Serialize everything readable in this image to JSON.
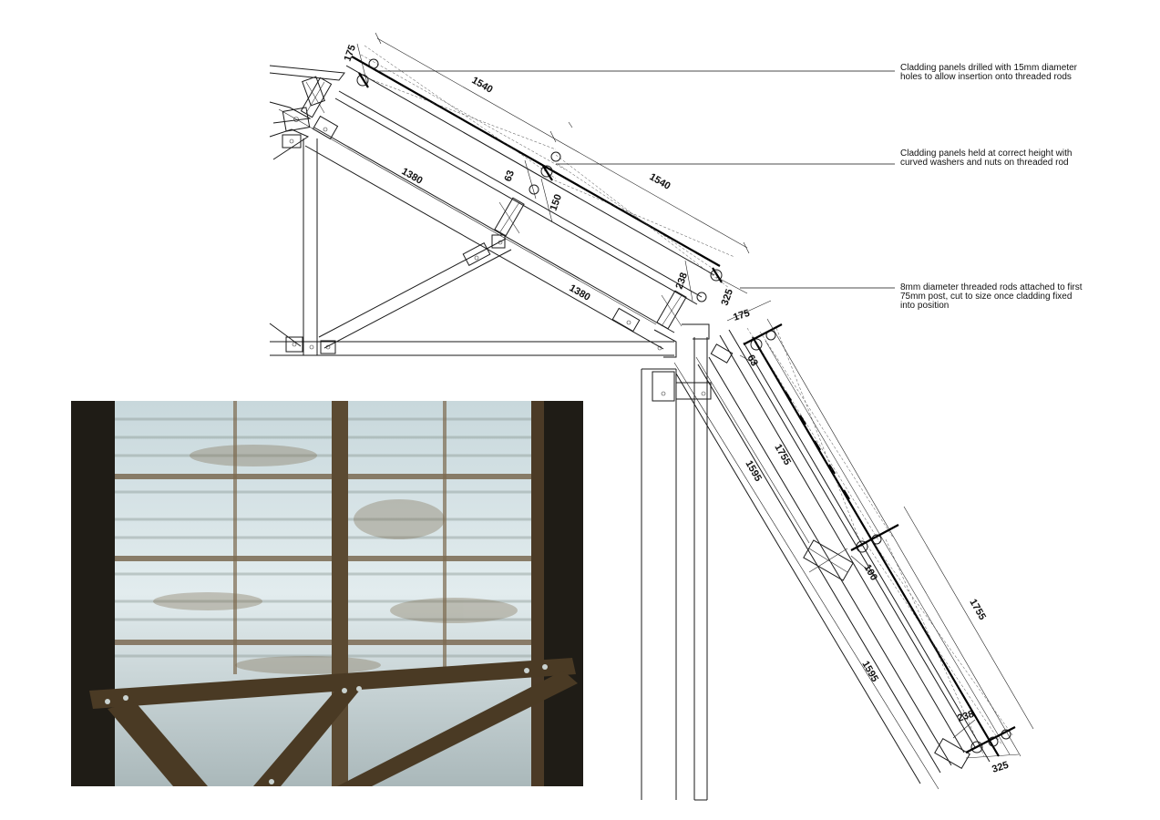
{
  "notes": [
    {
      "lines": [
        "Cladding panels drilled with 15mm diameter",
        "holes to allow insertion onto threaded rods"
      ]
    },
    {
      "lines": [
        "Cladding panels held at correct height with",
        "curved washers and nuts on threaded rod"
      ]
    },
    {
      "lines": [
        "8mm diameter threaded rods attached to first",
        "75mm post, cut to size once cladding fixed",
        "into position"
      ]
    }
  ],
  "dimensions": {
    "roof_top_offset": "175",
    "roof_panel_upper": "1540",
    "roof_panel_lower": "1540",
    "roof_gap_63": "63",
    "roof_gap_150": "150",
    "roof_rafter_upper": "1380",
    "roof_rafter_lower": "1380",
    "roof_end_238": "238",
    "roof_end_325": "325",
    "wall_top_175": "175",
    "wall_top_63": "63",
    "wall_panel_1755_inner": "1755",
    "wall_post_1595_upper": "1595",
    "wall_mid_100": "100",
    "wall_panel_1755_outer": "1755",
    "wall_post_1595_lower": "1595",
    "wall_end_238": "238",
    "wall_end_325": "325"
  },
  "photo": {
    "icon": "roof-underside-photo"
  }
}
